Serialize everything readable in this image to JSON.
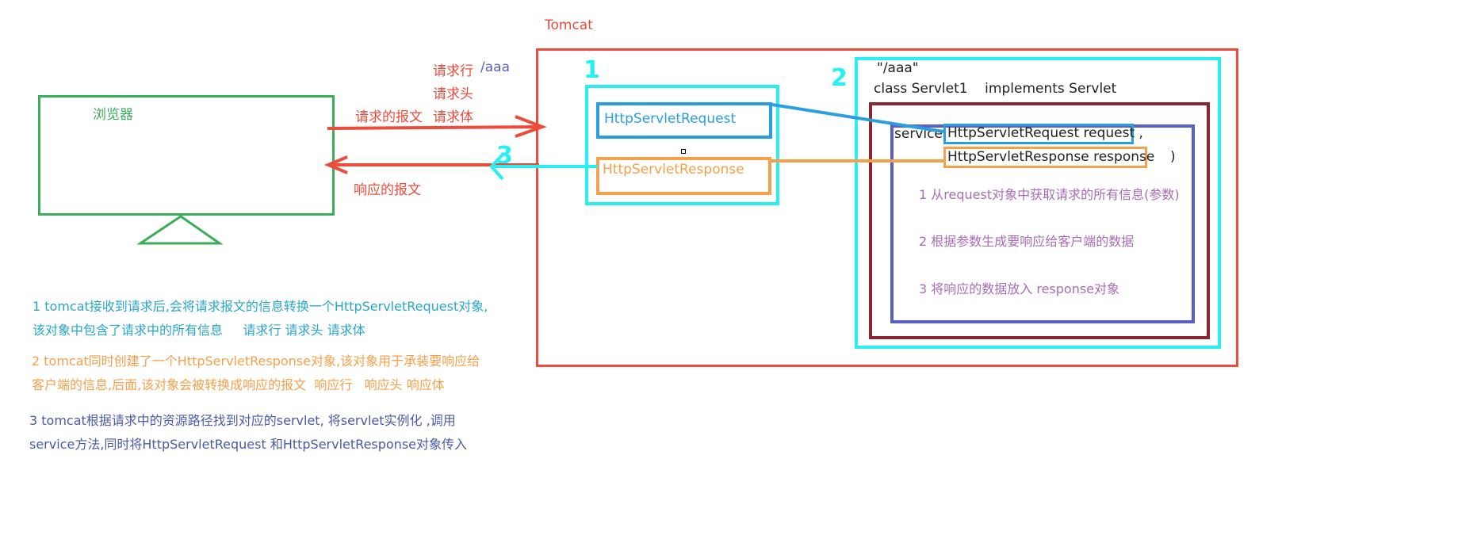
{
  "colors": {
    "red": "#ee4b3a",
    "green": "#3aad5a",
    "cyan": "#29f0f0",
    "blue": "#2a9fe0",
    "orange": "#f5a04a",
    "maroon": "#8b2530",
    "indigo": "#5a5fc8",
    "purple": "#a86cb5",
    "cyanText": "#27a6cc"
  },
  "browser": {
    "label": "浏览器"
  },
  "tomcat": {
    "label": "Tomcat"
  },
  "request_message": {
    "label": "请求的报文",
    "line": "请求行",
    "path": "/aaa",
    "header": "请求头",
    "body": "请求体"
  },
  "response_message": {
    "label": "响应的报文"
  },
  "markers": {
    "one": "1",
    "two": "2",
    "three": "3"
  },
  "container": {
    "request_object": "HttpServletRequest",
    "response_object": "HttpServletResponse"
  },
  "servlet": {
    "mapping": "\"/aaa\"",
    "class_decl": "class Servlet1    implements Servlet",
    "service_keyword": "service",
    "param_request": "HttpServletRequest request ,",
    "param_response": "HttpServletResponse response",
    "close_paren": ")",
    "step1": "1 从request对象中获取请求的所有信息(参数)",
    "step2": "2 根据参数生成要响应给客户端的数据",
    "step3": "3 将响应的数据放入 response对象"
  },
  "notes": {
    "n1_line1": "1 tomcat接收到请求后,会将请求报文的信息转换一个HttpServletRequest对象,",
    "n1_line2": "该对象中包含了请求中的所有信息     请求行 请求头 请求体",
    "n2_line1": "2 tomcat同时创建了一个HttpServletResponse对象,该对象用于承装要响应给",
    "n2_line2": "客户端的信息,后面,该对象会被转换成响应的报文  响应行   响应头 响应体",
    "n3_line1": "3 tomcat根据请求中的资源路径找到对应的servlet, 将servlet实例化 ,调用",
    "n3_line2": "service方法,同时将HttpServletRequest 和HttpServletResponse对象传入"
  }
}
